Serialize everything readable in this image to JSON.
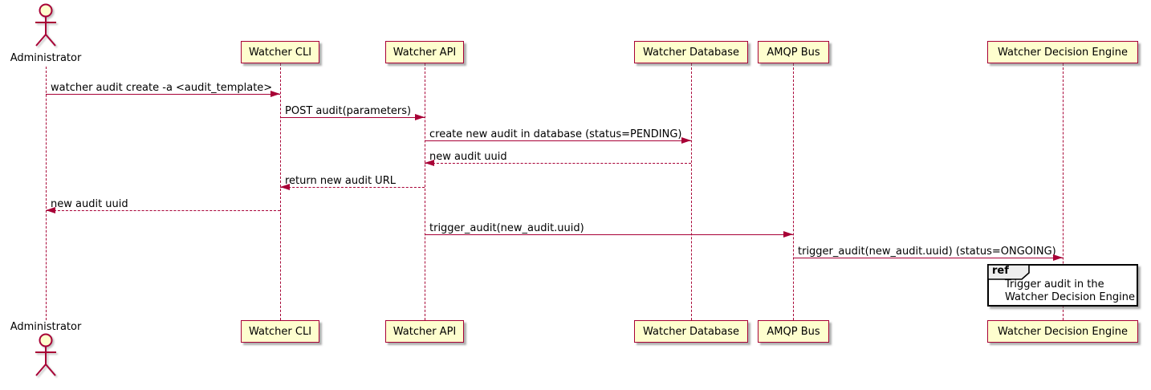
{
  "diagram_type": "sequence",
  "colors": {
    "accent": "#A80036",
    "participant_fill": "#FEFECE",
    "participant_border": "#A80036",
    "ref_header_fill": "#EEEEEE",
    "ref_border": "#000000",
    "background": "#FFFFFF"
  },
  "actor": {
    "label": "Administrator"
  },
  "participants": [
    {
      "label": "Watcher CLI"
    },
    {
      "label": "Watcher API"
    },
    {
      "label": "Watcher Database"
    },
    {
      "label": "AMQP Bus"
    },
    {
      "label": "Watcher Decision Engine"
    }
  ],
  "messages": [
    {
      "label": "watcher audit create -a <audit_template>",
      "from": "Administrator",
      "to": "Watcher CLI",
      "style": "solid"
    },
    {
      "label": "POST audit(parameters)",
      "from": "Watcher CLI",
      "to": "Watcher API",
      "style": "solid"
    },
    {
      "label": "create new audit in database (status=PENDING)",
      "from": "Watcher API",
      "to": "Watcher Database",
      "style": "solid"
    },
    {
      "label": "new audit uuid",
      "from": "Watcher Database",
      "to": "Watcher API",
      "style": "dashed"
    },
    {
      "label": "return new audit URL",
      "from": "Watcher API",
      "to": "Watcher CLI",
      "style": "dashed"
    },
    {
      "label": "new audit uuid",
      "from": "Watcher CLI",
      "to": "Administrator",
      "style": "dashed"
    },
    {
      "label": "trigger_audit(new_audit.uuid)",
      "from": "Watcher API",
      "to": "AMQP Bus",
      "style": "solid"
    },
    {
      "label": "trigger_audit(new_audit.uuid) (status=ONGOING)",
      "from": "AMQP Bus",
      "to": "Watcher Decision Engine",
      "style": "solid"
    }
  ],
  "ref": {
    "keyword": "ref",
    "line1": "Trigger audit in the",
    "line2": "Watcher Decision Engine"
  }
}
